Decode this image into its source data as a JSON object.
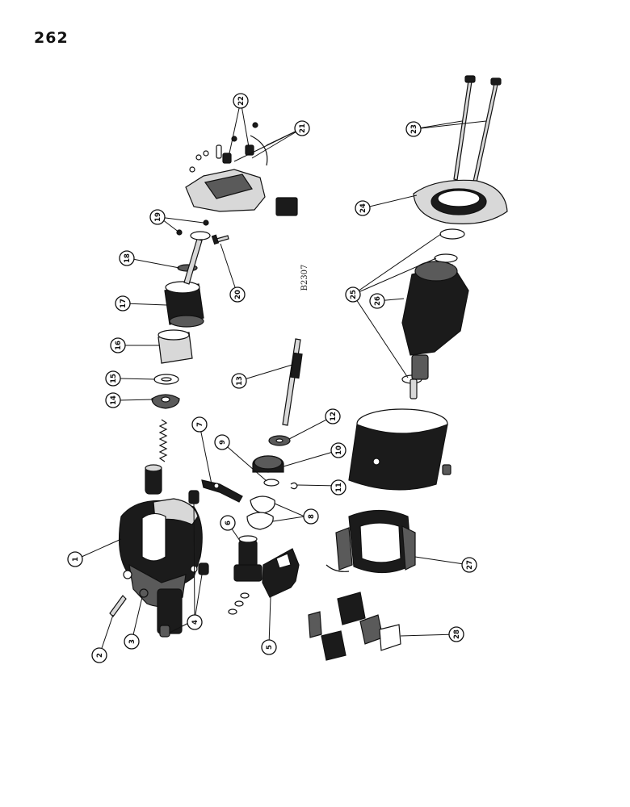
{
  "page_number": "262",
  "figure_code": "B2307",
  "callouts": [
    {
      "label": "1"
    },
    {
      "label": "2"
    },
    {
      "label": "3"
    },
    {
      "label": "4"
    },
    {
      "label": "5"
    },
    {
      "label": "6"
    },
    {
      "label": "7"
    },
    {
      "label": "8"
    },
    {
      "label": "9"
    },
    {
      "label": "10"
    },
    {
      "label": "11"
    },
    {
      "label": "12"
    },
    {
      "label": "13"
    },
    {
      "label": "14"
    },
    {
      "label": "15"
    },
    {
      "label": "16"
    },
    {
      "label": "17"
    },
    {
      "label": "18"
    },
    {
      "label": "19"
    },
    {
      "label": "20"
    },
    {
      "label": "21"
    },
    {
      "label": "22"
    },
    {
      "label": "23"
    },
    {
      "label": "24"
    },
    {
      "label": "25"
    },
    {
      "label": "26"
    },
    {
      "label": "27"
    },
    {
      "label": "28"
    }
  ]
}
